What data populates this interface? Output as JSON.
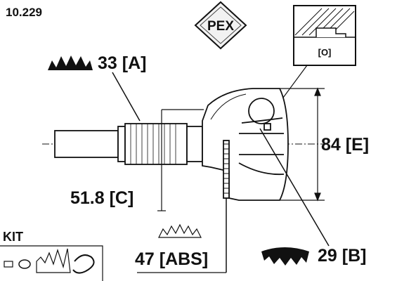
{
  "part_number": "10.229",
  "brand": "PEX",
  "labels": {
    "outer_teeth": "33 [A]",
    "diameter_c": "51.8 [C]",
    "diameter_e": "84 [E]",
    "abs_teeth": "47 [ABS]",
    "inner_teeth": "29 [B]",
    "detail": "[O]",
    "kit": "KIT"
  }
}
